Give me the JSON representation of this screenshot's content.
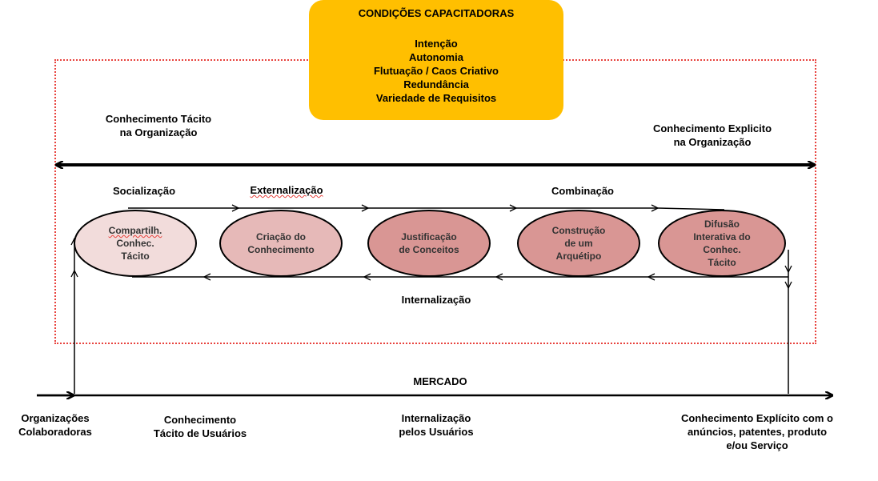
{
  "conditions": {
    "title": "CONDIÇÕES CAPACITADORAS",
    "items": [
      "Intenção",
      "Autonomia",
      "Flutuação / Caos Criativo",
      "Redundância",
      "Variedade de Requisitos"
    ]
  },
  "tacit_org": [
    "Conhecimento Tácito",
    "na Organização"
  ],
  "explicit_org": [
    "Conhecimento Explicito",
    "na Organização"
  ],
  "modes": {
    "socialization": "Socialização",
    "externalization": "Externalização",
    "combination": "Combinação",
    "internalization": "Internalização"
  },
  "stages": [
    {
      "lines": [
        "Compartilh.",
        "Conhec.",
        "Tácito"
      ],
      "fill": "#f2dcdb"
    },
    {
      "lines": [
        "Criação do",
        "Conhecimento"
      ],
      "fill": "#e6b9b8"
    },
    {
      "lines": [
        "Justificação",
        "de Conceitos"
      ],
      "fill": "#d99694"
    },
    {
      "lines": [
        "Construção",
        "de um",
        "Arquétipo"
      ],
      "fill": "#d99694"
    },
    {
      "lines": [
        "Difusão",
        "Interativa do",
        "Conhec.",
        "Tácito"
      ],
      "fill": "#d99694"
    }
  ],
  "market": "MERCADO",
  "bottom_labels": {
    "partners": [
      "Organizações",
      "Colaboradoras"
    ],
    "users_tacit": [
      "Conhecimento",
      "Tácito de Usuários"
    ],
    "users_internalization": [
      "Internalização",
      "pelos Usuários"
    ],
    "explicit_market": [
      "Conhecimento Explícito com o",
      "anúncios, patentes, produto",
      "e/ou Serviço"
    ]
  },
  "colors": {
    "frame": "#e8433e",
    "conditions_box": "#ffbf00"
  }
}
